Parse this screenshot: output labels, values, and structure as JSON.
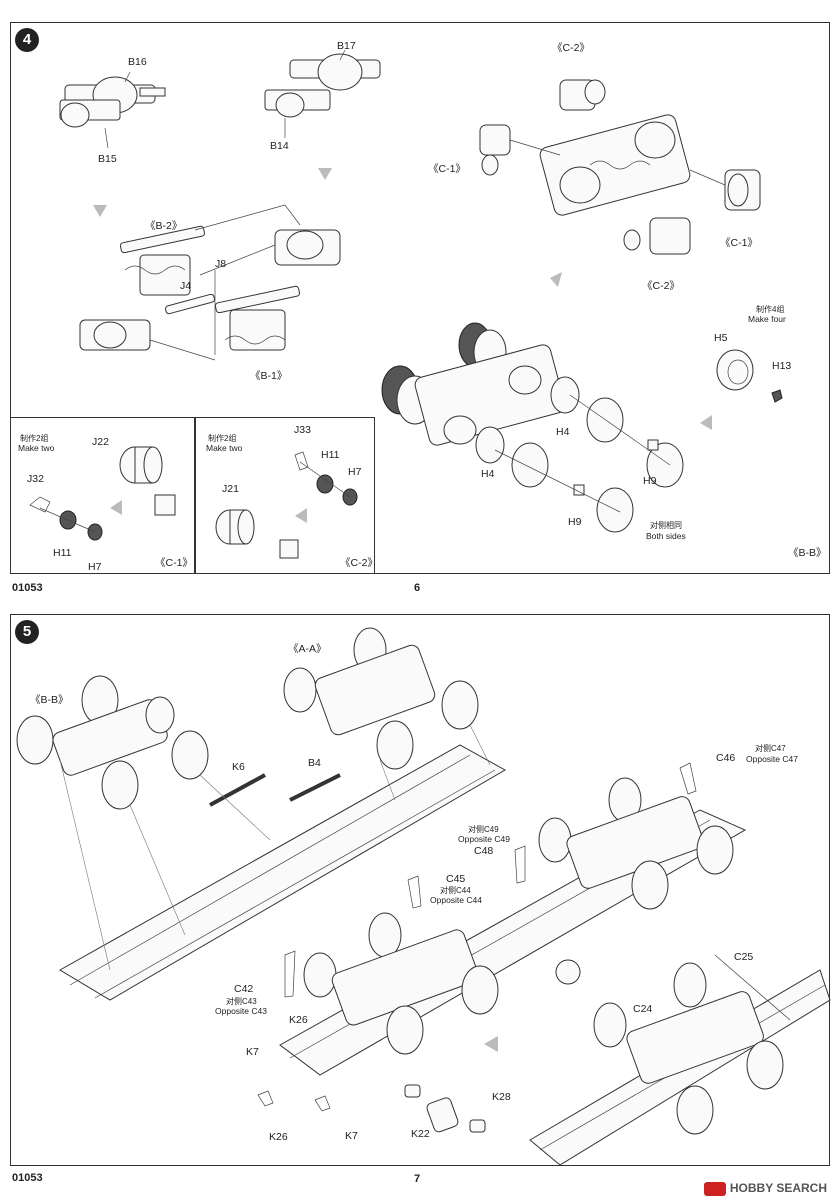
{
  "top": {
    "step": "4",
    "labels": {
      "b16": "B16",
      "b17": "B17",
      "b15": "B15",
      "b14": "B14",
      "c2_top": "《C-2》",
      "c1_left": "《C-1》",
      "c1_right": "《C-1》",
      "c2_bottom": "《C-2》",
      "b2": "《B-2》",
      "j8": "J8",
      "j4": "J4",
      "b1": "《B-1》",
      "make_four_cn": "制作4组",
      "make_four_en": "Make four",
      "h5": "H5",
      "h13": "H13",
      "h4a": "H4",
      "h4b": "H4",
      "h9a": "H9",
      "h9b": "H9",
      "both_sides_cn": "对侧相同",
      "both_sides_en": "Both sides",
      "bb": "《B-B》"
    },
    "subA": {
      "make_two_cn": "制作2组",
      "make_two_en": "Make two",
      "j22": "J22",
      "j32": "J32",
      "h11": "H11",
      "h7": "H7",
      "ref": "《C-1》"
    },
    "subB": {
      "make_two_cn": "制作2组",
      "make_two_en": "Make two",
      "j33": "J33",
      "h11": "H11",
      "h7": "H7",
      "j21": "J21",
      "ref": "《C-2》"
    },
    "code": "01053",
    "page": "6"
  },
  "bottom": {
    "step": "5",
    "labels": {
      "aa": "《A-A》",
      "bb": "《B-B》",
      "k6": "K6",
      "b4": "B4",
      "c46": "C46",
      "c47_cn": "对侧C47",
      "c47_en": "Opposite C47",
      "c49_cn": "对侧C49",
      "c49_en": "Opposite C49",
      "c48": "C48",
      "c45": "C45",
      "c44_cn": "对侧C44",
      "c44_en": "Opposite C44",
      "c42": "C42",
      "c43_cn": "对侧C43",
      "c43_en": "Opposite C43",
      "k26a": "K26",
      "k7a": "K7",
      "k26b": "K26",
      "k7b": "K7",
      "k28": "K28",
      "k22": "K22",
      "c25": "C25",
      "c24": "C24"
    },
    "code": "01053",
    "page": "7"
  },
  "watermark": "HOBBY SEARCH"
}
